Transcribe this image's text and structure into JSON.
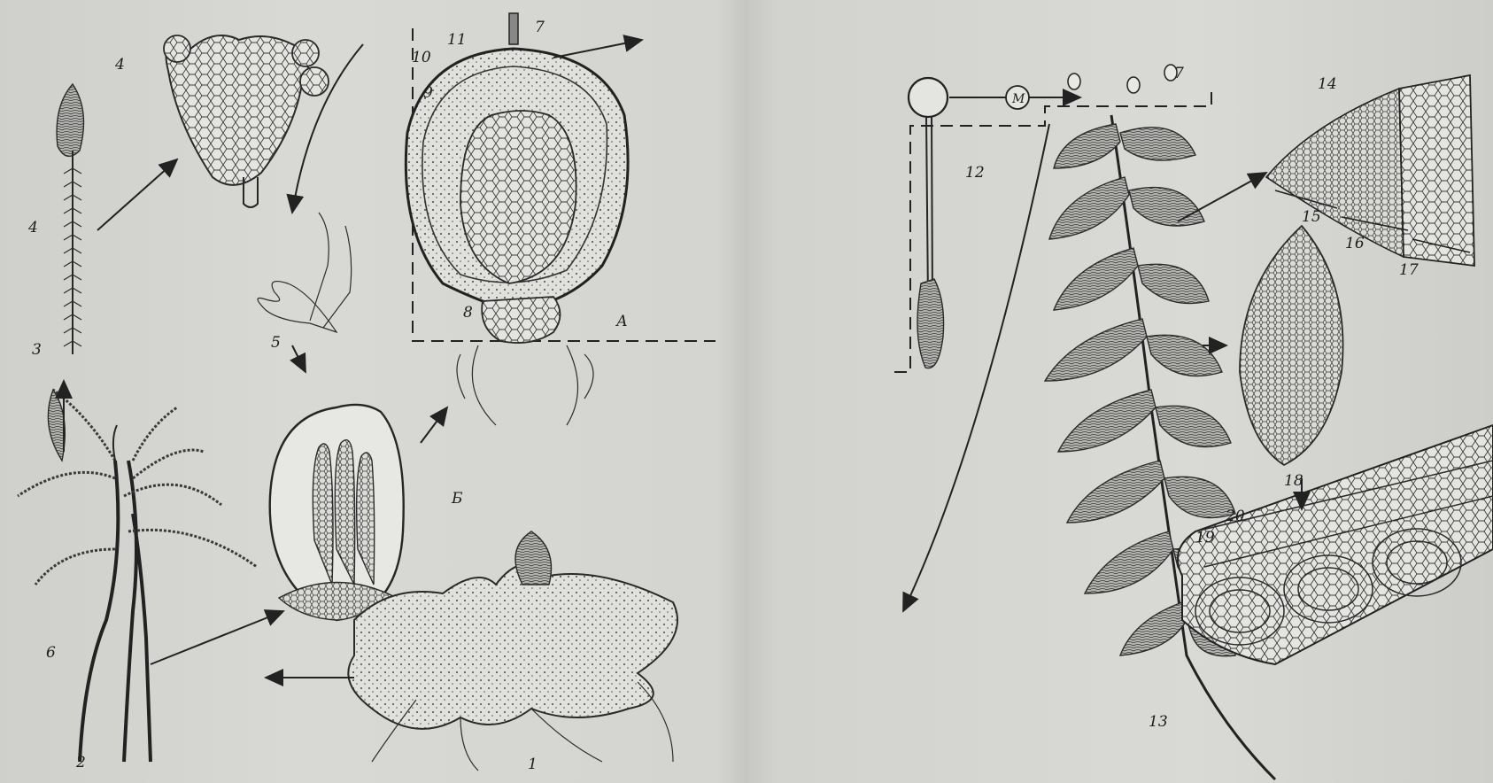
{
  "labels": {
    "n1": "1",
    "n2": "2",
    "n3": "3",
    "n4a": "4",
    "n4b": "4",
    "n5": "5",
    "n6": "6",
    "n7a": "7",
    "n7b": "7",
    "n8": "8",
    "n9": "9",
    "n10": "10",
    "n11": "11",
    "n12": "12",
    "n13": "13",
    "n14": "14",
    "n15": "15",
    "n16": "16",
    "n17": "17",
    "n18": "18",
    "n19": "19",
    "n20": "20",
    "A": "А",
    "B": "Б",
    "M": "M"
  },
  "colors": {
    "paper": "#d4d4d0",
    "ink": "#262626"
  }
}
